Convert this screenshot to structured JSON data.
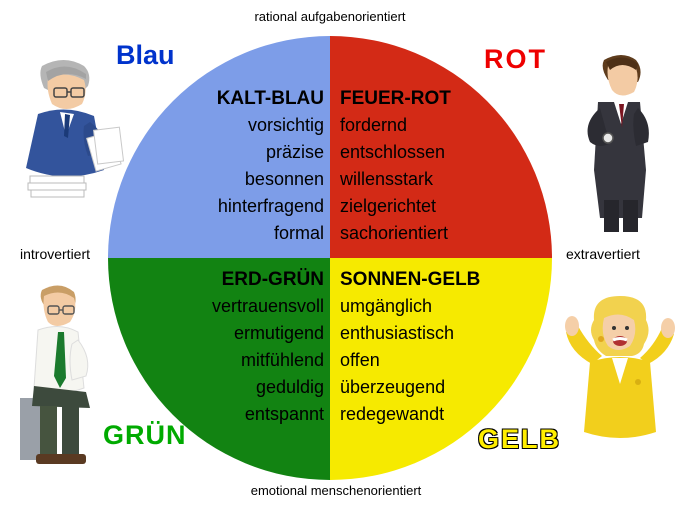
{
  "axes": {
    "top": "rational aufgabenorientiert",
    "bottom": "emotional menschenorientiert",
    "left": "introvertiert",
    "right": "extravertiert"
  },
  "corner_labels": {
    "blau": {
      "text": "Blau",
      "color": "#0033cc"
    },
    "rot": {
      "text": "ROT",
      "color": "#ee0000"
    },
    "gruen": {
      "text": "GRÜN",
      "color": "#00aa00"
    },
    "gelb": {
      "text": "GELB",
      "color": "#ffee00"
    }
  },
  "quadrants": [
    {
      "id": "kalt-blau",
      "title": "KALT-BLAU",
      "color": "#7d9de8",
      "traits": [
        "vorsichtig",
        "präzise",
        "besonnen",
        "hinterfragend",
        "formal"
      ]
    },
    {
      "id": "feuer-rot",
      "title": "FEUER-ROT",
      "color": "#d32a16",
      "traits": [
        "fordernd",
        "entschlossen",
        "willensstark",
        "zielgerichtet",
        "sachorientiert"
      ]
    },
    {
      "id": "erd-gruen",
      "title": "ERD-GRÜN",
      "color": "#128312",
      "traits": [
        "vertrauensvoll",
        "ermutigend",
        "mitfühlend",
        "geduldig",
        "entspannt"
      ]
    },
    {
      "id": "sonnen-gelb",
      "title": "SONNEN-GELB",
      "color": "#f6ea00",
      "traits": [
        "umgänglich",
        "enthusiastisch",
        "offen",
        "überzeugend",
        "redegewandt"
      ]
    }
  ],
  "illustrations": {
    "blau": "man-reading-documents",
    "rot": "man-checking-watch",
    "gruen": "man-sitting-green-tie",
    "gelb": "woman-cheering"
  }
}
